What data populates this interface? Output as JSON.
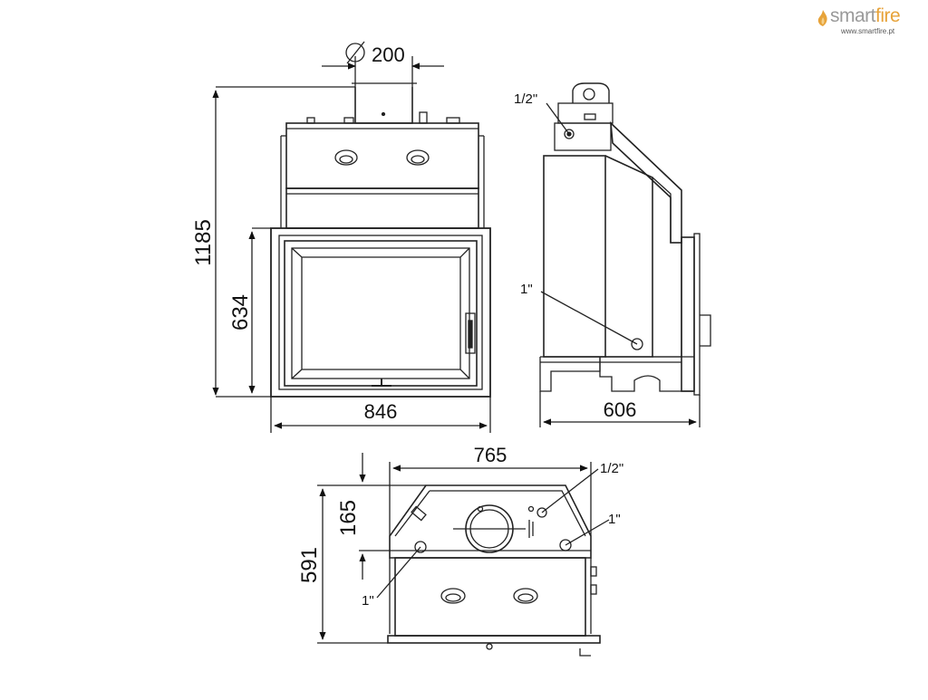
{
  "brand": {
    "name_part1": "smart",
    "name_part2": "fire",
    "url": "www.smartfire.pt",
    "accent_color": "#e7a33a",
    "logo_gray": "#9a9a9a"
  },
  "front_view": {
    "flue_diameter": "200",
    "total_height": "1185",
    "door_height": "634",
    "width": "846"
  },
  "side_view": {
    "top_connection": "1/2\"",
    "side_connection": "1\"",
    "depth": "606"
  },
  "top_view": {
    "width": "765",
    "front_depth": "165",
    "total_depth": "591",
    "connection_half_inch": "1/2\"",
    "connection_right": "1\"",
    "connection_left": "1\""
  }
}
